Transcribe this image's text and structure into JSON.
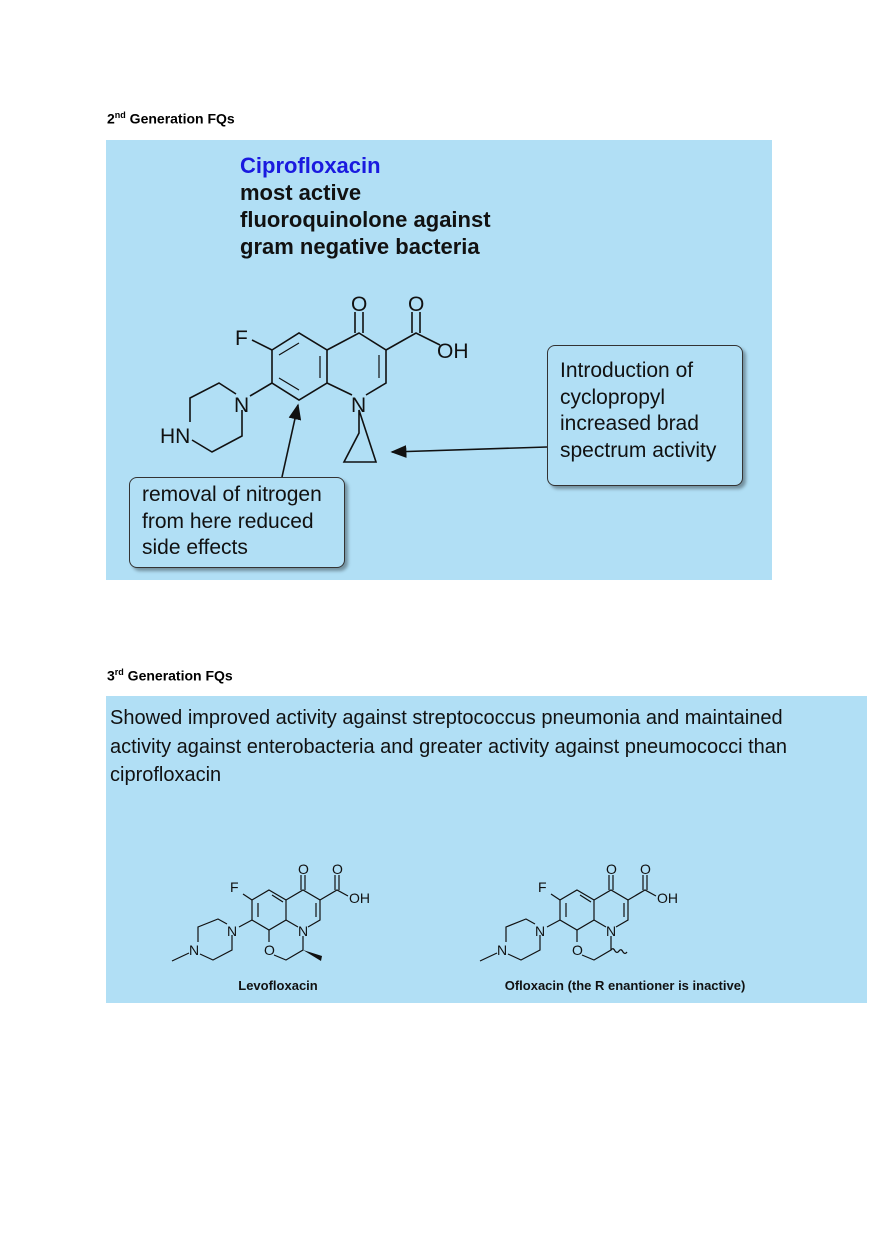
{
  "sections": [
    {
      "heading_num": "2",
      "heading_sup": "nd",
      "heading_rest": " Generation FQs"
    },
    {
      "heading_num": "3",
      "heading_sup": "rd",
      "heading_rest": " Generation FQs"
    }
  ],
  "figure1": {
    "title_drug": "Ciprofloxacin",
    "title_lines": [
      "most active",
      "fluoroquinolone against",
      "gram negative bacteria"
    ],
    "callout_right": [
      "Introduction of",
      "cyclopropyl",
      "increased brad",
      "spectrum activity"
    ],
    "callout_left": [
      "removal of nitrogen",
      "from here reduced",
      "side effects"
    ],
    "atoms": {
      "F": "F",
      "O": "O",
      "OH": "OH",
      "N": "N",
      "HN": "HN"
    }
  },
  "figure2": {
    "text_lines": [
      "Showed improved activity against streptococcus pneumonia and maintained",
      "activity against enterobacteria and greater activity against pneumococci than",
      "ciprofloxacin"
    ],
    "molecules": [
      {
        "name": "Levofloxacin"
      },
      {
        "name": "Ofloxacin (the R enantioner is inactive)"
      }
    ],
    "atoms": {
      "F": "F",
      "O": "O",
      "OH": "OH",
      "N": "N"
    }
  },
  "colors": {
    "panel": "#b1dff5",
    "drug_name": "#1a1adf"
  }
}
